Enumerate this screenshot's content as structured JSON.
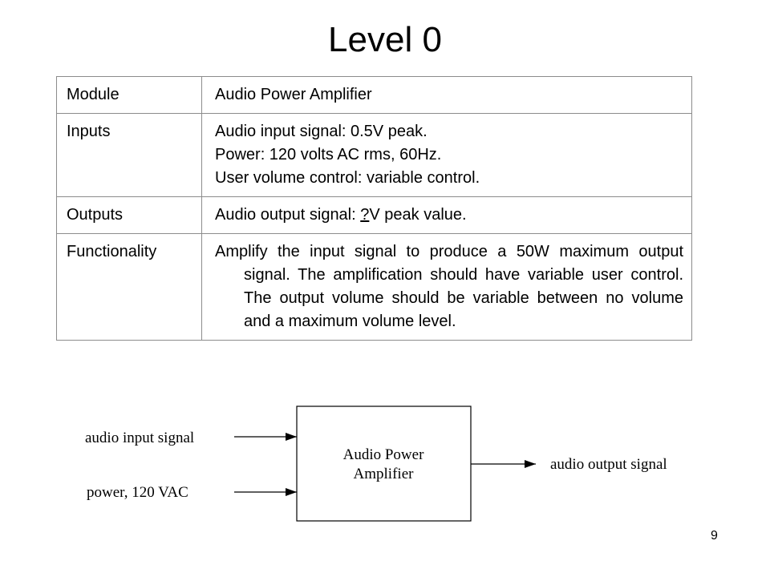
{
  "title": "Level 0",
  "table": {
    "rows": [
      {
        "key": "Module",
        "lines": [
          "Audio Power Amplifier"
        ]
      },
      {
        "key": "Inputs",
        "lines": [
          "Audio input signal: 0.5V peak.",
          "Power: 120 volts AC rms, 60Hz.",
          "User volume control: variable control."
        ]
      },
      {
        "key": "Outputs",
        "pre": "Audio output signal: ",
        "underlined": "?",
        "post": "V peak value."
      },
      {
        "key": "Functionality",
        "text": "Amplify the input signal to produce a 50W maximum output signal. The amplification should have variable user control. The output volume should be variable between no volume and a maximum volume level."
      }
    ]
  },
  "diagram": {
    "input1": "audio input signal",
    "input2": "power, 120 VAC",
    "block_line1": "Audio Power",
    "block_line2": "Amplifier",
    "output": "audio output signal"
  },
  "page_number": "9"
}
